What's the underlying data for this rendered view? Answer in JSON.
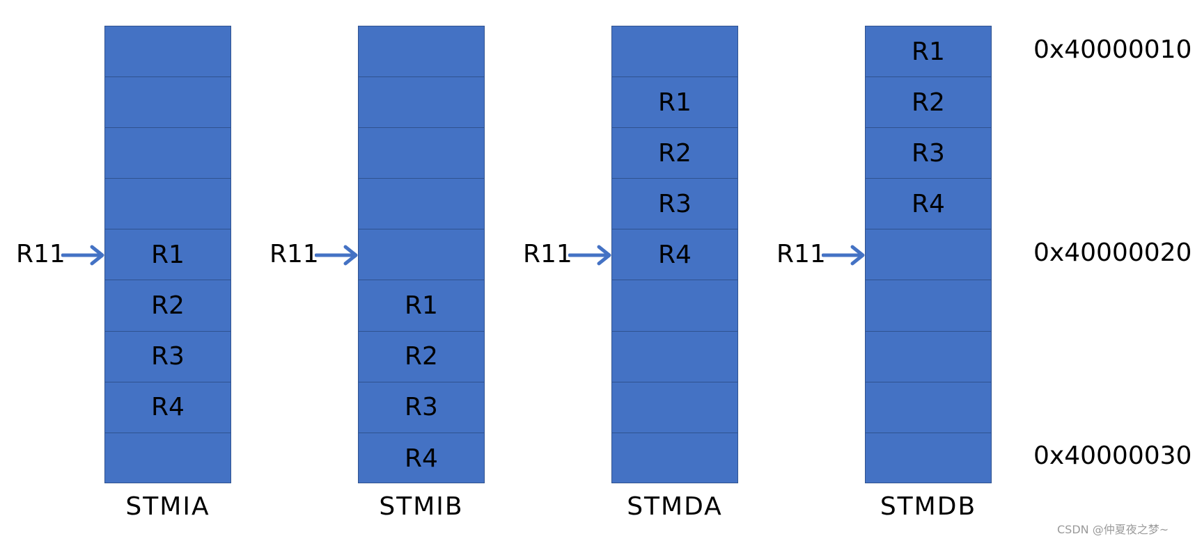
{
  "colors": {
    "cell_fill": "#4472c4",
    "cell_border": "#2f528f",
    "arrow": "#4472c4",
    "text": "#000000"
  },
  "pointer_label": "R11",
  "columns": [
    {
      "label": "STMIA",
      "pointer_row": 4,
      "cells": [
        "",
        "",
        "",
        "",
        "R1",
        "R2",
        "R3",
        "R4",
        ""
      ]
    },
    {
      "label": "STMIB",
      "pointer_row": 4,
      "cells": [
        "",
        "",
        "",
        "",
        "",
        "R1",
        "R2",
        "R3",
        "R4"
      ]
    },
    {
      "label": "STMDA",
      "pointer_row": 4,
      "cells": [
        "",
        "R1",
        "R2",
        "R3",
        "R4",
        "",
        "",
        "",
        ""
      ]
    },
    {
      "label": "STMDB",
      "pointer_row": 4,
      "cells": [
        "R1",
        "R2",
        "R3",
        "R4",
        "",
        "",
        "",
        "",
        ""
      ]
    }
  ],
  "addresses": [
    {
      "row": 0,
      "text": "0x40000010"
    },
    {
      "row": 4,
      "text": "0x40000020"
    },
    {
      "row": 8,
      "text": "0x40000030"
    }
  ],
  "watermark": "CSDN @仲夏夜之梦~"
}
